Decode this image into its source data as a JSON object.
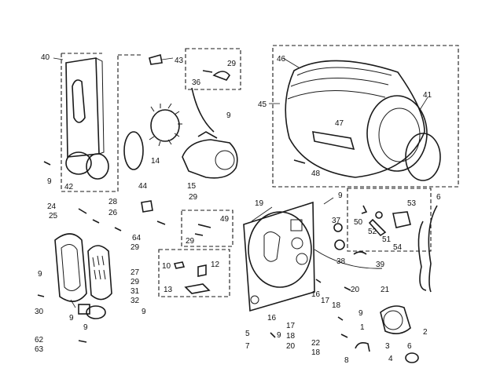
{
  "callouts": {
    "c1": "1",
    "c2": "2",
    "c3": "3",
    "c4": "4",
    "c5": "5",
    "c6_right": "6",
    "c6_lower": "6",
    "c7": "7",
    "c8": "8",
    "c9_a": "9",
    "c9_b": "9",
    "c9_c": "9",
    "c9_d": "9",
    "c9_e": "9",
    "c9_f": "9",
    "c9_g": "9",
    "c9_h": "9",
    "c9_i": "9",
    "c10": "10",
    "c12": "12",
    "c13": "13",
    "c14": "14",
    "c15": "15",
    "c16_a": "16",
    "c16_b": "16",
    "c17_a": "17",
    "c17_b": "17",
    "c18_a": "18",
    "c18_b": "18",
    "c18_c": "18",
    "c19": "19",
    "c20_a": "20",
    "c20_b": "20",
    "c21": "21",
    "c22": "22",
    "c24": "24",
    "c25": "25",
    "c26": "26",
    "c27": "27",
    "c28": "28",
    "c29_a": "29",
    "c29_b": "29",
    "c29_c": "29",
    "c29_d": "29",
    "c29_e": "29",
    "c30": "30",
    "c31": "31",
    "c32": "32",
    "c36": "36",
    "c37": "37",
    "c38": "38",
    "c39": "39",
    "c40": "40",
    "c41": "41",
    "c42": "42",
    "c43": "43",
    "c44": "44",
    "c45": "45",
    "c46": "46",
    "c47": "47",
    "c48": "48",
    "c49": "49",
    "c50": "50",
    "c51": "51",
    "c52": "52",
    "c53": "53",
    "c54": "54",
    "c62": "62",
    "c63": "63",
    "c64": "64"
  }
}
